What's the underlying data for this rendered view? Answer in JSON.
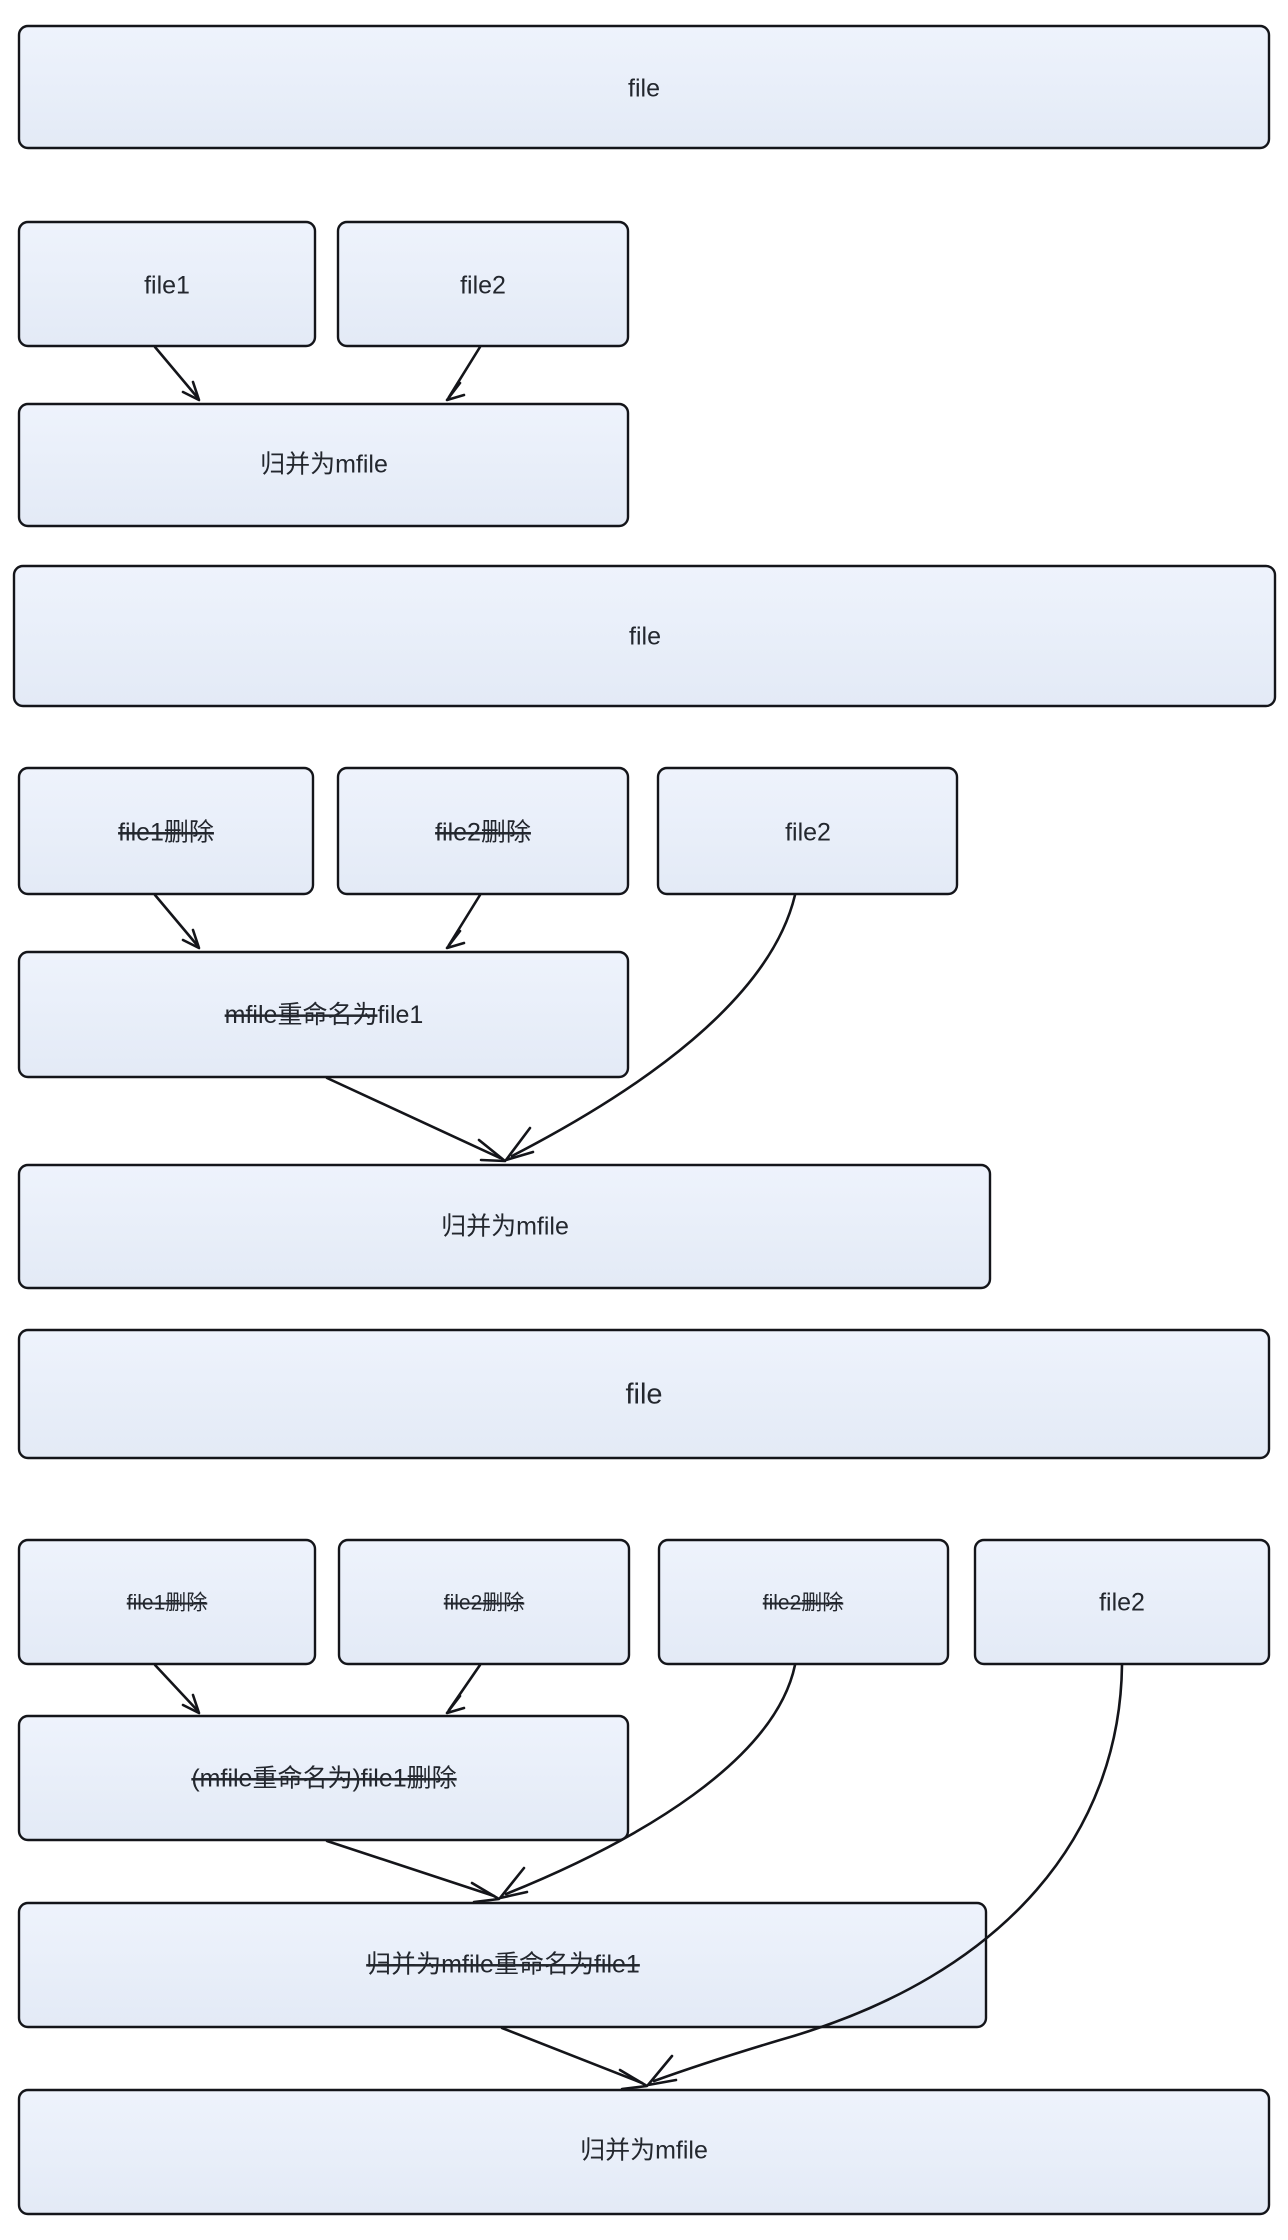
{
  "diagram": {
    "type": "flowchart",
    "title": "file merge / rename / delete flow",
    "colors": {
      "box_fill_top": "#edf2fb",
      "box_fill_bottom": "#e2e9f5",
      "box_stroke": "#14151a",
      "text": "#23272e",
      "edge": "#14151a",
      "background": "#ffffff"
    },
    "groups": [
      {
        "id": "group-1",
        "nodes": [
          {
            "id": "g1-file",
            "label": "file",
            "strike": false
          },
          {
            "id": "g1-file1",
            "label": "file1",
            "strike": false
          },
          {
            "id": "g1-file2",
            "label": "file2",
            "strike": false
          },
          {
            "id": "g1-merge",
            "label": "归并为mfile",
            "strike": false
          }
        ],
        "edges": [
          {
            "from": "g1-file1",
            "to": "g1-merge"
          },
          {
            "from": "g1-file2",
            "to": "g1-merge"
          }
        ]
      },
      {
        "id": "group-2",
        "nodes": [
          {
            "id": "g2-file",
            "label": "file",
            "strike": false
          },
          {
            "id": "g2-file1del",
            "label": "file1删除",
            "strike": true
          },
          {
            "id": "g2-file2del",
            "label": "file2删除",
            "strike": true
          },
          {
            "id": "g2-file2",
            "label": "file2",
            "strike": false
          },
          {
            "id": "g2-rename",
            "label_struck": "mfile重命名为",
            "label_plain": "file1",
            "strike": "partial"
          },
          {
            "id": "g2-merge",
            "label": "归并为mfile",
            "strike": false
          }
        ],
        "edges": [
          {
            "from": "g2-file1del",
            "to": "g2-rename"
          },
          {
            "from": "g2-file2del",
            "to": "g2-rename"
          },
          {
            "from": "g2-rename",
            "to": "g2-merge"
          },
          {
            "from": "g2-file2",
            "to": "g2-merge"
          }
        ]
      },
      {
        "id": "group-3",
        "nodes": [
          {
            "id": "g3-file",
            "label": "file",
            "strike": false
          },
          {
            "id": "g3-file1del",
            "label": "file1删除",
            "strike": true
          },
          {
            "id": "g3-file2del-a",
            "label": "file2删除",
            "strike": true
          },
          {
            "id": "g3-file2del-b",
            "label": "file2删除",
            "strike": true
          },
          {
            "id": "g3-file2",
            "label": "file2",
            "strike": false
          },
          {
            "id": "g3-rename",
            "label": "(mfile重命名为)file1删除",
            "strike": true
          },
          {
            "id": "g3-merge-rename",
            "label": "归并为mfile重命名为file1",
            "strike": true
          },
          {
            "id": "g3-merge",
            "label": "归并为mfile",
            "strike": false
          }
        ],
        "edges": [
          {
            "from": "g3-file1del",
            "to": "g3-rename"
          },
          {
            "from": "g3-file2del-a",
            "to": "g3-rename"
          },
          {
            "from": "g3-rename",
            "to": "g3-merge-rename"
          },
          {
            "from": "g3-file2del-b",
            "to": "g3-merge-rename"
          },
          {
            "from": "g3-merge-rename",
            "to": "g3-merge"
          },
          {
            "from": "g3-file2",
            "to": "g3-merge"
          }
        ]
      }
    ],
    "labels": {
      "file": "file",
      "file1": "file1",
      "file2": "file2",
      "merge_mfile": "归并为mfile",
      "file1_deleted": "file1删除",
      "file2_deleted": "file2删除",
      "mfile_rename_struck": "mfile重命名为",
      "mfile_rename_tail": "file1",
      "rename_paren_deleted": "(mfile重命名为)file1删除",
      "merge_mfile_rename_file1": "归并为mfile重命名为file1"
    }
  }
}
